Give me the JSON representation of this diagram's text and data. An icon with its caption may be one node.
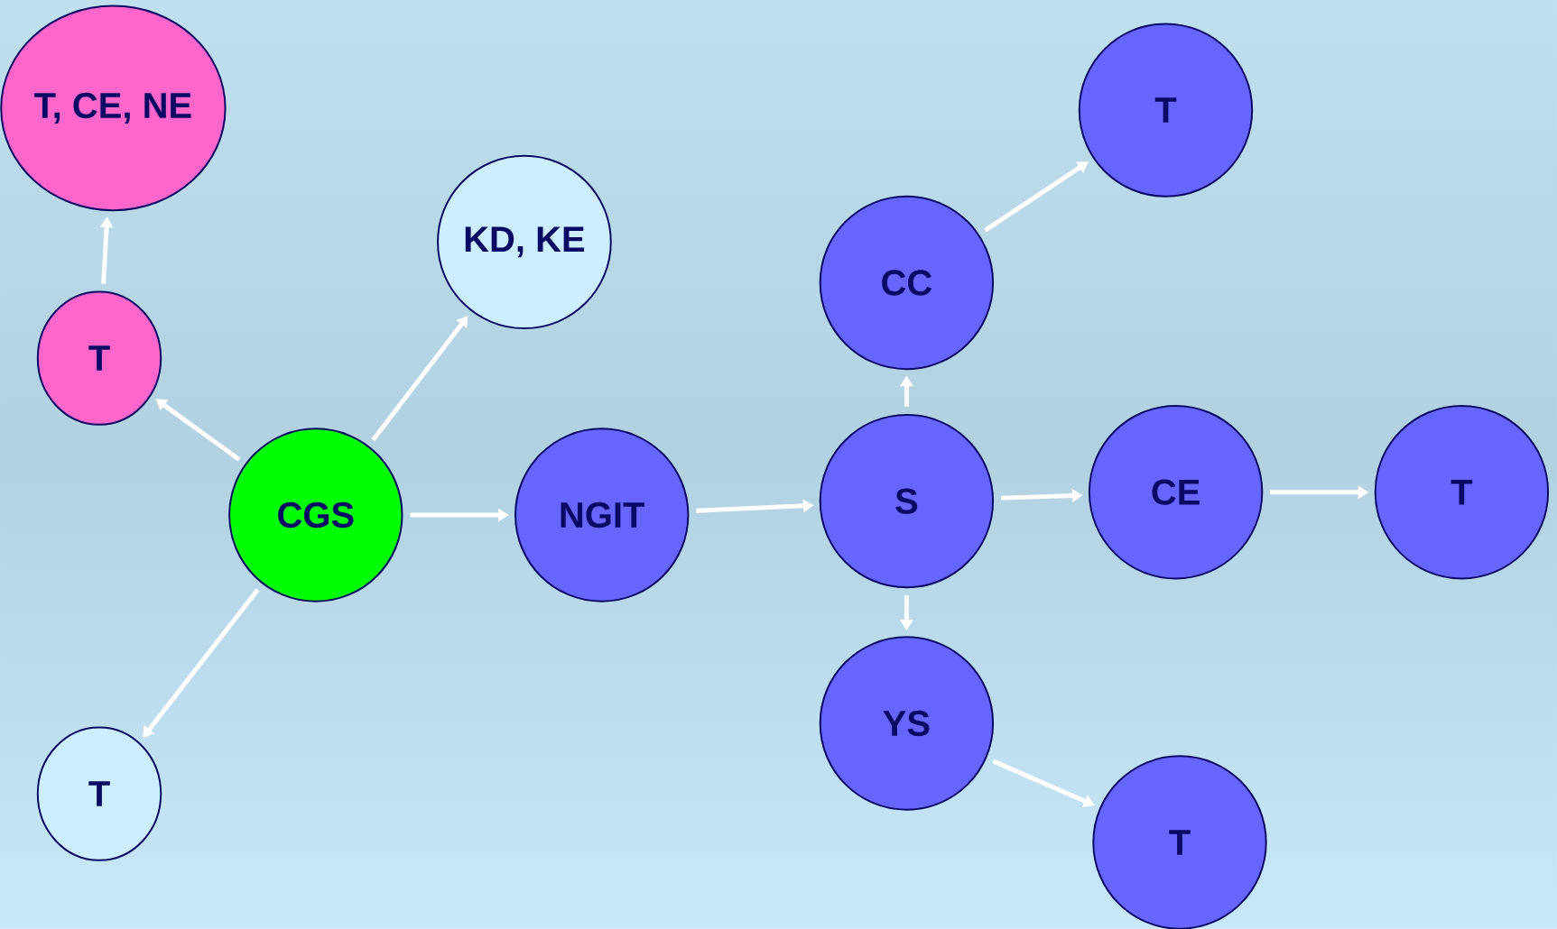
{
  "diagram": {
    "nodes": [
      {
        "text": [
          "T, CE, NE"
        ]
      },
      {
        "text": [
          "T"
        ]
      },
      {
        "text": [
          "KD, KE"
        ]
      },
      {
        "text": [
          "CGS"
        ]
      },
      {
        "text": [
          "NGIT"
        ]
      },
      {
        "text": [
          "CC"
        ]
      },
      {
        "text": [
          "T"
        ]
      },
      {
        "text": [
          "S"
        ]
      },
      {
        "text": [
          "CE"
        ]
      },
      {
        "text": [
          "T"
        ]
      },
      {
        "text": [
          "YS"
        ]
      },
      {
        "text": [
          "T"
        ]
      },
      {
        "text": [
          "T"
        ]
      }
    ],
    "edges": [
      {
        "from": 3,
        "to": 1,
        "arrow": "to"
      },
      {
        "from": 1,
        "to": 0,
        "arrow": "to"
      },
      {
        "from": 3,
        "to": 2,
        "arrow": "to"
      },
      {
        "from": 3,
        "to": 4,
        "arrow": "to"
      },
      {
        "from": 3,
        "to": 12,
        "arrow": "to"
      },
      {
        "from": 4,
        "to": 7,
        "arrow": "to"
      },
      {
        "from": 7,
        "to": 5,
        "arrow": "to"
      },
      {
        "from": 5,
        "to": 6,
        "arrow": "to"
      },
      {
        "from": 7,
        "to": 8,
        "arrow": "to"
      },
      {
        "from": 8,
        "to": 9,
        "arrow": "to"
      },
      {
        "from": 7,
        "to": 10,
        "arrow": "to"
      },
      {
        "from": 10,
        "to": 11,
        "arrow": "to"
      }
    ]
  }
}
